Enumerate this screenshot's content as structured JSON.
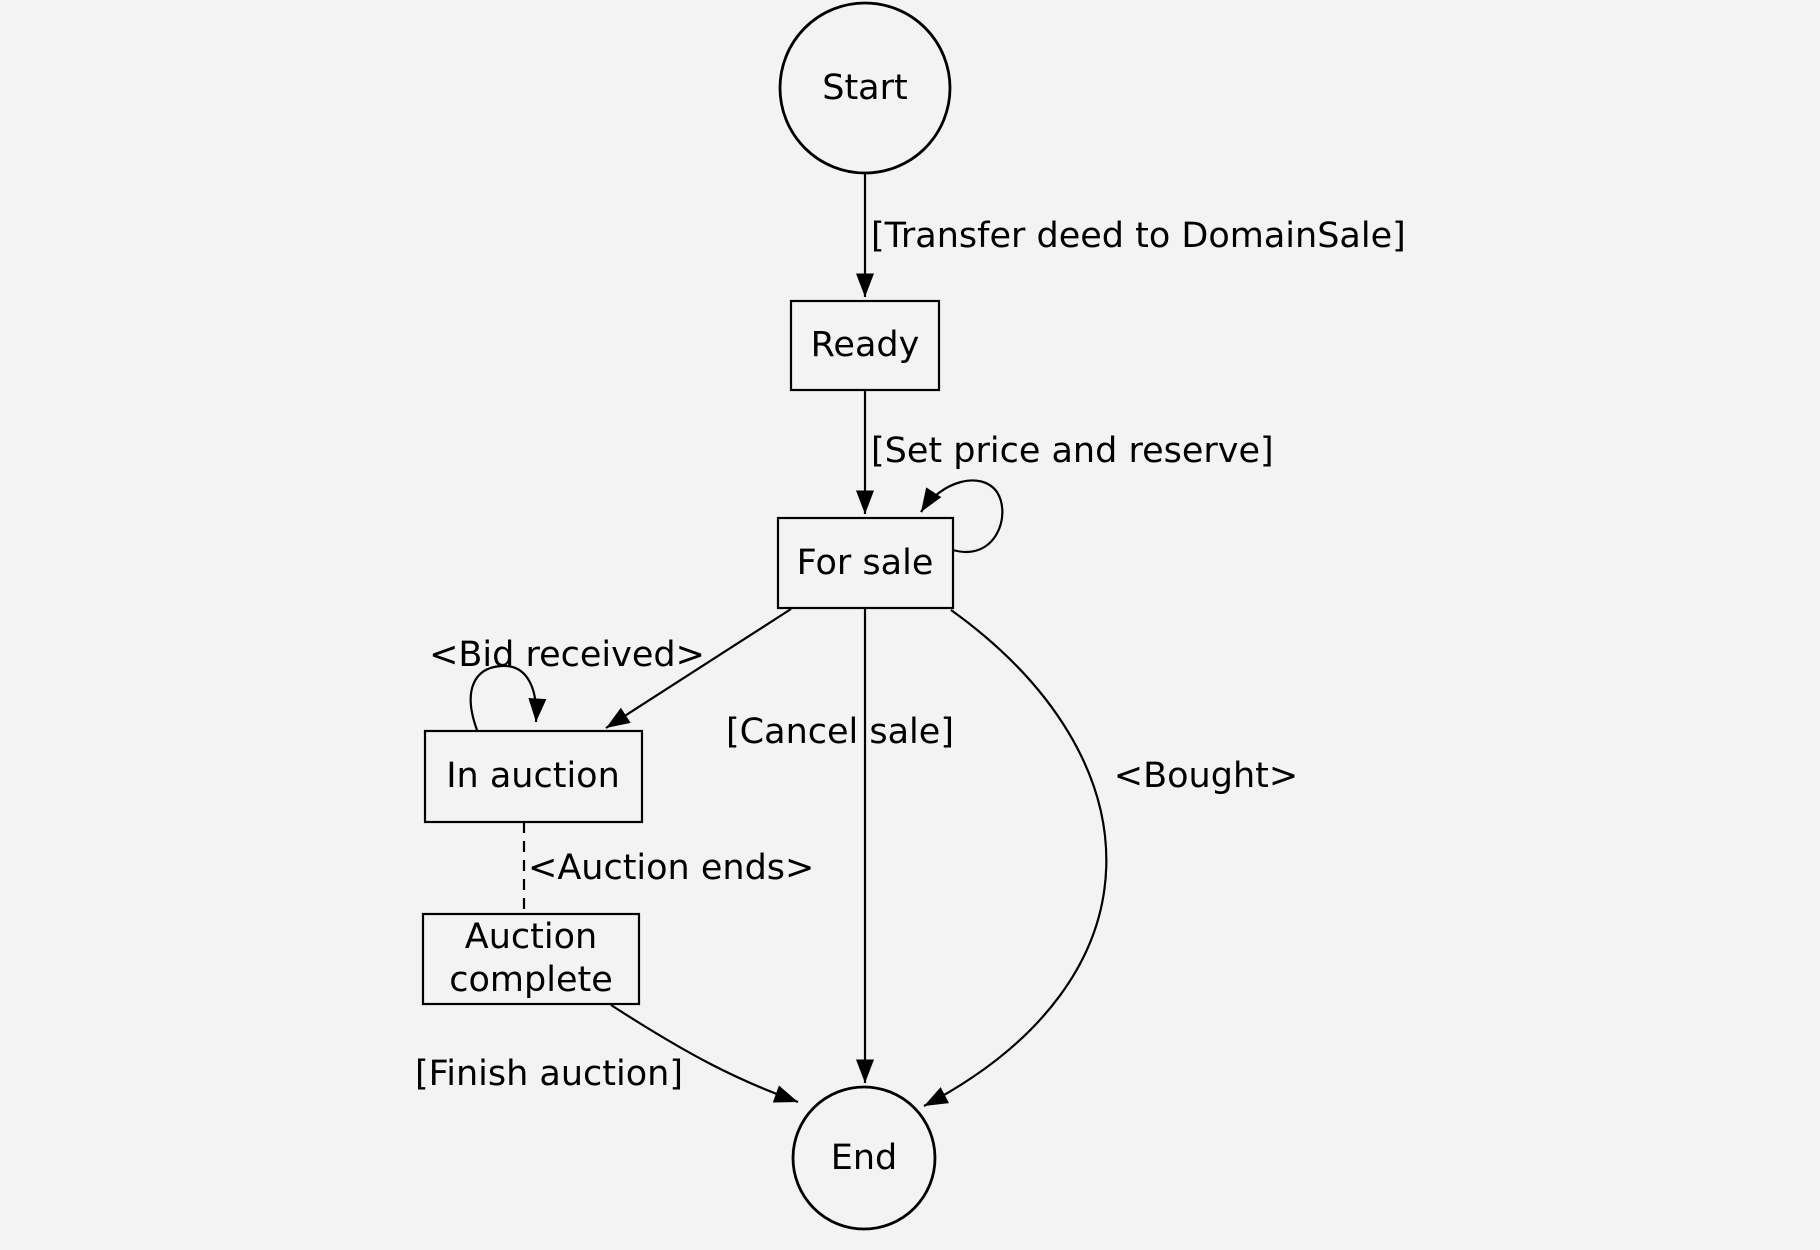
{
  "canvas": {
    "background_color": "#f3f3f3",
    "line_color": "#000000"
  },
  "nodes": {
    "start": {
      "label": "Start",
      "shape": "circle"
    },
    "ready": {
      "label": "Ready",
      "shape": "rect"
    },
    "for_sale": {
      "label": "For sale",
      "shape": "rect"
    },
    "in_auction": {
      "label": "In auction",
      "shape": "rect"
    },
    "auction_complete": {
      "line1": "Auction",
      "line2": "complete",
      "shape": "rect"
    },
    "end": {
      "label": "End",
      "shape": "circle"
    }
  },
  "edge_labels": {
    "transfer": "[Transfer deed to DomainSale]",
    "set_price": "[Set price and reserve]",
    "cancel": "[Cancel sale]",
    "bought": "<Bought>",
    "bid_received": "<Bid received>",
    "auction_ends": "<Auction ends>",
    "finish": "[Finish auction]"
  }
}
